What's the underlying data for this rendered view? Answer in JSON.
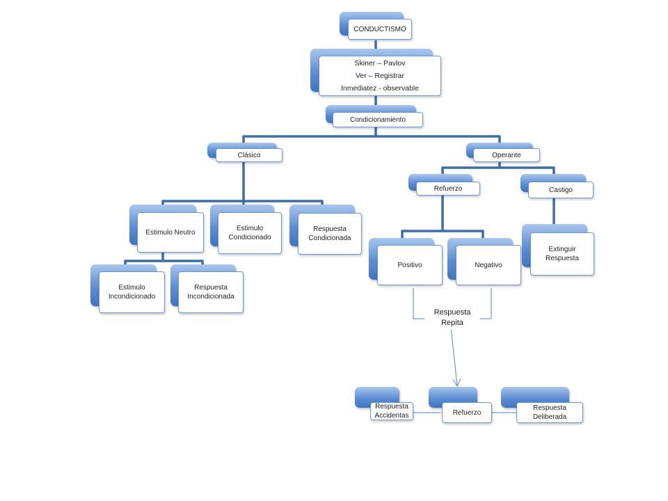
{
  "nodes": {
    "conductismo": "CONDUCTISMO",
    "autores_line1": "Skiner – Pavlov",
    "autores_line2": "Ver – Registrar",
    "autores_line3": "Inmediatez - observable",
    "condicionamiento": "Condicionamiento",
    "clasico": "Clásico",
    "operante": "Operante",
    "estimulo_neutro": "Estimulo Neutro",
    "estimulo_condicionado": "Estimulo Condicionado",
    "respuesta_condicionada": "Respuesta Condicionada",
    "estimulo_incondicionado": "Estimulo Incondicionado",
    "respuesta_incondicionada": "Respuesta Incondicionada",
    "refuerzo": "Refuerzo",
    "castigo": "Castigo",
    "positivo": "Positivo",
    "negativo": "Negativo",
    "extinguir_respuesta": "Extinguir Respuesta",
    "respuesta_accidental": "Respuesta Accidentas",
    "refuerzo_bottom": "Refuerzo",
    "respuesta_deliberada": "Respuesta Deliberada"
  },
  "annotations": {
    "respuesta_repita_line1": "Respuesta",
    "respuesta_repita_line2": "Repita"
  },
  "colors": {
    "connector": "#3d6da6",
    "tab_fill": "#5d8ed3",
    "box_border": "#6f97cf",
    "arrow": "#6f97cf"
  }
}
